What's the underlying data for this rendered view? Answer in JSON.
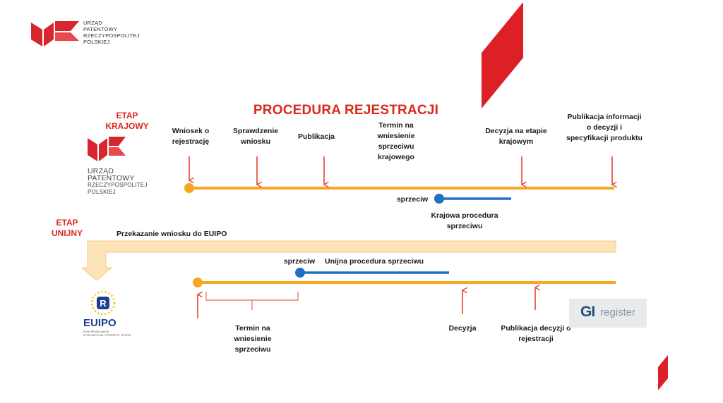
{
  "header_logo": {
    "line1": "URZĄD",
    "line2": "PATENTOWY",
    "line3": "RZECZYPOSPOLITEJ",
    "line4": "POLSKIEJ"
  },
  "side_logo": {
    "line1": "URZĄD",
    "line2": "PATENTOWY",
    "line3": "RZECZYPOSPOLITEJ",
    "line4": "POLSKIEJ"
  },
  "title": "PROCEDURA REJESTRACJI",
  "stage_national": {
    "line1": "ETAP",
    "line2": "KRAJOWY"
  },
  "stage_eu": {
    "line1": "ETAP",
    "line2": "UNIJNY"
  },
  "national_steps": [
    "Wniosek o rejestrację",
    "Sprawdzenie wniosku",
    "Publikacja",
    "Termin na wniesienie sprzeciwu krajowego",
    "Decyzja na etapie krajowym",
    "Publikacja informacji o decyzji i specyfikacji produktu"
  ],
  "national_opposition": {
    "tag": "sprzeciw",
    "label": "Krajowa procedura sprzeciwu"
  },
  "transfer_label": "Przekazanie wniosku do EUIPO",
  "eu_opposition": {
    "tag": "sprzeciw",
    "label": "Unijna procedura sprzeciwu"
  },
  "eu_steps": {
    "term": "Termin na wniesienie sprzeciwu",
    "decision": "Decyzja",
    "publication": "Publikacja decyzji o rejestracji"
  },
  "euipo_logo": {
    "name_left": "EU",
    "name_right": "IPO",
    "caption1": "EUROPEAN UNION",
    "caption2": "INTELLECTUAL PROPERTY OFFICE"
  },
  "gi_register": {
    "left": "GI",
    "right": "register"
  },
  "colors": {
    "red": "#d9291c",
    "orange": "#f5a623",
    "blue": "#1f6fc5",
    "light_orange": "#fde3b8"
  }
}
